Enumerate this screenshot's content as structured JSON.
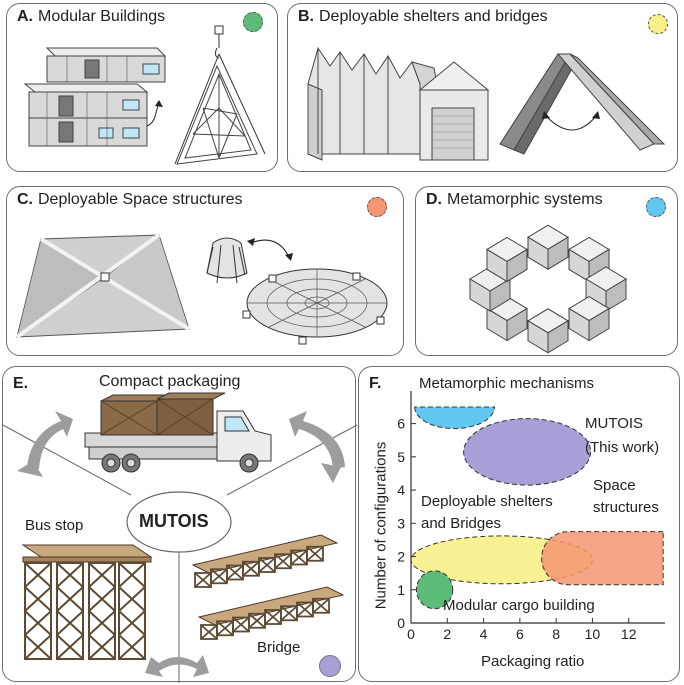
{
  "panels": {
    "a": {
      "letter": "A.",
      "title": "Modular Buildings",
      "dot_color": "#5dbb7a"
    },
    "b": {
      "letter": "B.",
      "title": "Deployable shelters and bridges",
      "dot_color": "#f7ef88"
    },
    "c": {
      "letter": "C.",
      "title": "Deployable Space structures",
      "dot_color": "#f59572"
    },
    "d": {
      "letter": "D.",
      "title": "Metamorphic systems",
      "dot_color": "#62c6f2"
    }
  },
  "panel_e": {
    "letter": "E.",
    "center_label": "MUTOIS",
    "compact_packaging": "Compact packaging",
    "bus_stop": "Bus stop",
    "bridge": "Bridge",
    "bridge_dot_color": "#a99ed6"
  },
  "chart_data": {
    "type": "bubble",
    "letter": "F.",
    "xlabel": "Packaging ratio",
    "ylabel": "Number of configurations",
    "xlim": [
      0,
      14
    ],
    "ylim": [
      0,
      6.8
    ],
    "xticks": [
      "0",
      "2",
      "4",
      "6",
      "8",
      "10",
      "12"
    ],
    "yticks": [
      "0",
      "1",
      "2",
      "3",
      "4",
      "5",
      "6"
    ],
    "regions": [
      {
        "name": "Metamorphic mechanisms",
        "shape": "semi-ellipse",
        "cx": 2.4,
        "cy": 6.5,
        "rx": 2.2,
        "ry": 0.65,
        "color": "#62c6f2"
      },
      {
        "name": "MUTOIS (This work)",
        "shape": "ellipse",
        "cx": 6.4,
        "cy": 5.15,
        "rx": 3.5,
        "ry": 1.0,
        "color": "#a99ed6"
      },
      {
        "name": "Deployable shelters and Bridges",
        "shape": "ellipse",
        "cx": 5.0,
        "cy": 1.9,
        "rx": 5.0,
        "ry": 0.72,
        "color": "#f7ef88"
      },
      {
        "name": "Space structures",
        "shape": "rect-round",
        "x0": 7.2,
        "x1": 13.9,
        "y0": 1.15,
        "y1": 2.75,
        "color": "#f59572"
      },
      {
        "name": "Modular cargo building",
        "shape": "ellipse",
        "cx": 1.3,
        "cy": 1.0,
        "rx": 1.0,
        "ry": 0.57,
        "color": "#5dbb7a"
      }
    ],
    "region_labels": {
      "metamorphic": "Metamorphic mechanisms",
      "mutois_1": "MUTOIS",
      "mutois_2": "(This work)",
      "space_1": "Space",
      "space_2": "structures",
      "shelters_1": "Deployable shelters",
      "shelters_2": "and Bridges",
      "modular": "Modular cargo building"
    }
  }
}
